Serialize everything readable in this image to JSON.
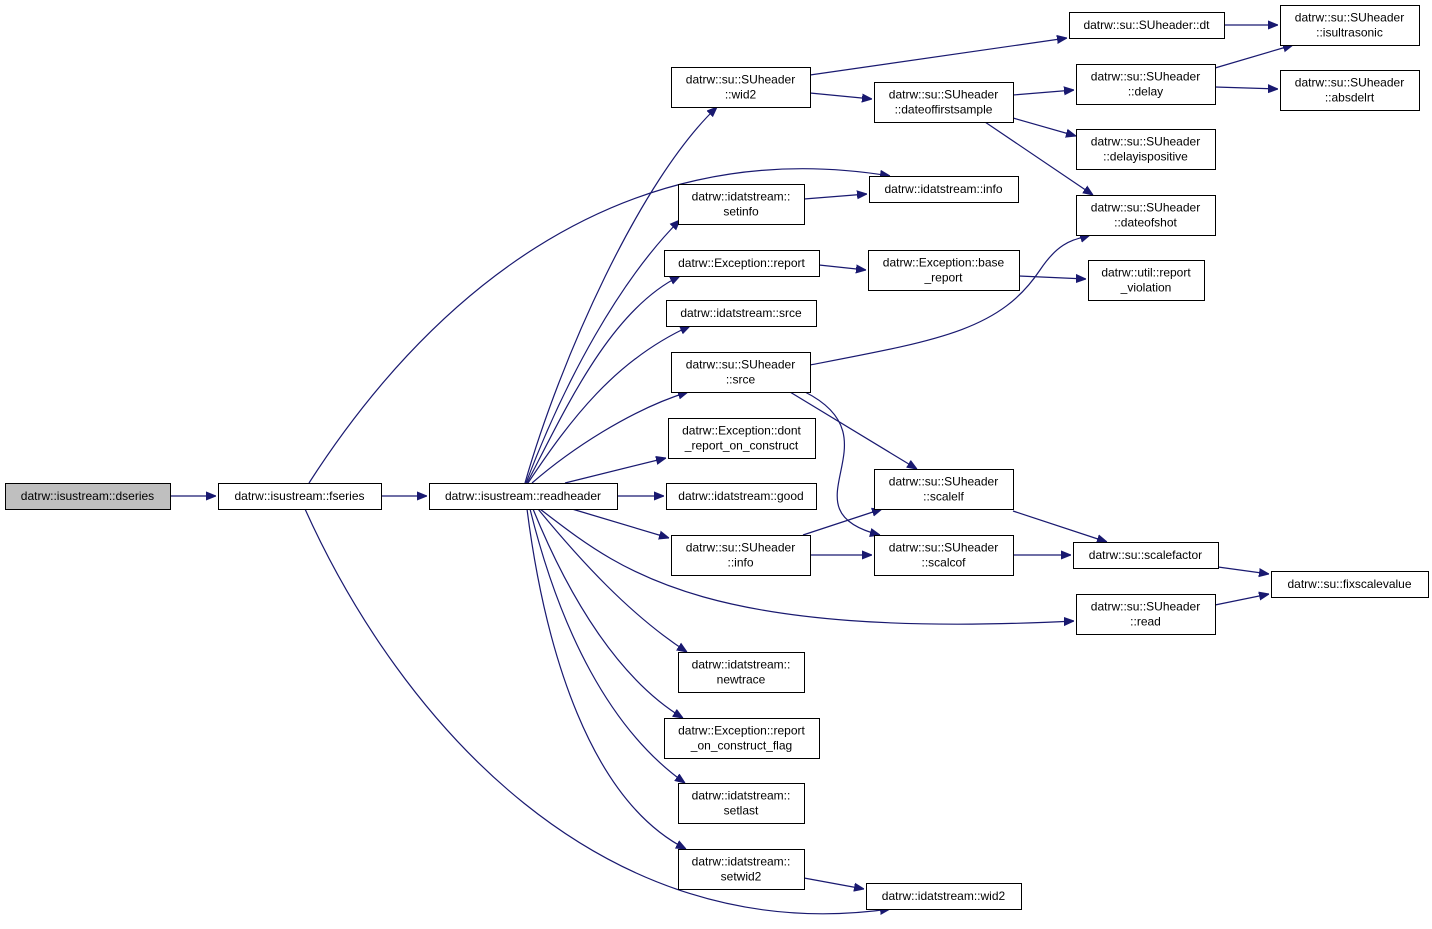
{
  "colors": {
    "edge": "#191970",
    "root_fill": "#bfbfbf",
    "node_fill": "#ffffff",
    "node_border": "#000000"
  },
  "nodes": [
    {
      "id": "dseries",
      "lines": [
        "datrw::isustream::dseries"
      ],
      "root": true
    },
    {
      "id": "fseries",
      "lines": [
        "datrw::isustream::fseries"
      ]
    },
    {
      "id": "readheader",
      "lines": [
        "datrw::isustream::readheader"
      ]
    },
    {
      "id": "wid2",
      "lines": [
        "datrw::su::SUheader",
        "::wid2"
      ]
    },
    {
      "id": "setinfo",
      "lines": [
        "datrw::idatstream::",
        "setinfo"
      ]
    },
    {
      "id": "report",
      "lines": [
        "datrw::Exception::report"
      ]
    },
    {
      "id": "idsrce",
      "lines": [
        "datrw::idatstream::srce"
      ]
    },
    {
      "id": "susrce",
      "lines": [
        "datrw::su::SUheader",
        "::srce"
      ]
    },
    {
      "id": "dont",
      "lines": [
        "datrw::Exception::dont",
        "_report_on_construct"
      ]
    },
    {
      "id": "good",
      "lines": [
        "datrw::idatstream::good"
      ]
    },
    {
      "id": "suinfo",
      "lines": [
        "datrw::su::SUheader",
        "::info"
      ]
    },
    {
      "id": "newtrace",
      "lines": [
        "datrw::idatstream::",
        "newtrace"
      ]
    },
    {
      "id": "roflag",
      "lines": [
        "datrw::Exception::report",
        "_on_construct_flag"
      ]
    },
    {
      "id": "setlast",
      "lines": [
        "datrw::idatstream::",
        "setlast"
      ]
    },
    {
      "id": "setwid2",
      "lines": [
        "datrw::idatstream::",
        "setwid2"
      ]
    },
    {
      "id": "idwid2",
      "lines": [
        "datrw::idatstream::wid2"
      ]
    },
    {
      "id": "dt",
      "lines": [
        "datrw::su::SUheader::dt"
      ]
    },
    {
      "id": "dfs",
      "lines": [
        "datrw::su::SUheader",
        "::dateoffirstsample"
      ]
    },
    {
      "id": "idinfo",
      "lines": [
        "datrw::idatstream::info"
      ]
    },
    {
      "id": "base",
      "lines": [
        "datrw::Exception::base",
        "_report"
      ]
    },
    {
      "id": "scalelf",
      "lines": [
        "datrw::su::SUheader",
        "::scalelf"
      ]
    },
    {
      "id": "scalcof",
      "lines": [
        "datrw::su::SUheader",
        "::scalcof"
      ]
    },
    {
      "id": "delay",
      "lines": [
        "datrw::su::SUheader",
        "::delay"
      ]
    },
    {
      "id": "delaypos",
      "lines": [
        "datrw::su::SUheader",
        "::delayispositive"
      ]
    },
    {
      "id": "dateofshot",
      "lines": [
        "datrw::su::SUheader",
        "::dateofshot"
      ]
    },
    {
      "id": "violation",
      "lines": [
        "datrw::util::report",
        "_violation"
      ]
    },
    {
      "id": "scalefactor",
      "lines": [
        "datrw::su::scalefactor"
      ]
    },
    {
      "id": "suread",
      "lines": [
        "datrw::su::SUheader",
        "::read"
      ]
    },
    {
      "id": "isultra",
      "lines": [
        "datrw::su::SUheader",
        "::isultrasonic"
      ]
    },
    {
      "id": "absdelrt",
      "lines": [
        "datrw::su::SUheader",
        "::absdelrt"
      ]
    },
    {
      "id": "fixscale",
      "lines": [
        "datrw::su::fixscalevalue"
      ]
    }
  ],
  "edges": [
    {
      "from": "dseries",
      "to": "fseries"
    },
    {
      "from": "fseries",
      "to": "readheader"
    },
    {
      "from": "fseries",
      "to": "idinfo"
    },
    {
      "from": "fseries",
      "to": "idwid2"
    },
    {
      "from": "readheader",
      "to": "wid2"
    },
    {
      "from": "readheader",
      "to": "setinfo"
    },
    {
      "from": "readheader",
      "to": "report"
    },
    {
      "from": "readheader",
      "to": "idsrce"
    },
    {
      "from": "readheader",
      "to": "susrce"
    },
    {
      "from": "readheader",
      "to": "dont"
    },
    {
      "from": "readheader",
      "to": "good"
    },
    {
      "from": "readheader",
      "to": "suinfo"
    },
    {
      "from": "readheader",
      "to": "suread"
    },
    {
      "from": "readheader",
      "to": "newtrace"
    },
    {
      "from": "readheader",
      "to": "roflag"
    },
    {
      "from": "readheader",
      "to": "setlast"
    },
    {
      "from": "readheader",
      "to": "setwid2"
    },
    {
      "from": "wid2",
      "to": "dt"
    },
    {
      "from": "wid2",
      "to": "dfs"
    },
    {
      "from": "setinfo",
      "to": "idinfo"
    },
    {
      "from": "report",
      "to": "base"
    },
    {
      "from": "susrce",
      "to": "dateofshot"
    },
    {
      "from": "susrce",
      "to": "scalelf"
    },
    {
      "from": "susrce",
      "to": "scalcof"
    },
    {
      "from": "suinfo",
      "to": "scalelf"
    },
    {
      "from": "suinfo",
      "to": "scalcof"
    },
    {
      "from": "setwid2",
      "to": "idwid2"
    },
    {
      "from": "dt",
      "to": "isultra"
    },
    {
      "from": "dfs",
      "to": "delay"
    },
    {
      "from": "dfs",
      "to": "delaypos"
    },
    {
      "from": "dfs",
      "to": "dateofshot"
    },
    {
      "from": "base",
      "to": "violation"
    },
    {
      "from": "scalelf",
      "to": "scalefactor"
    },
    {
      "from": "scalcof",
      "to": "scalefactor"
    },
    {
      "from": "delay",
      "to": "isultra"
    },
    {
      "from": "delay",
      "to": "absdelrt"
    },
    {
      "from": "scalefactor",
      "to": "fixscale"
    },
    {
      "from": "suread",
      "to": "fixscale"
    }
  ]
}
